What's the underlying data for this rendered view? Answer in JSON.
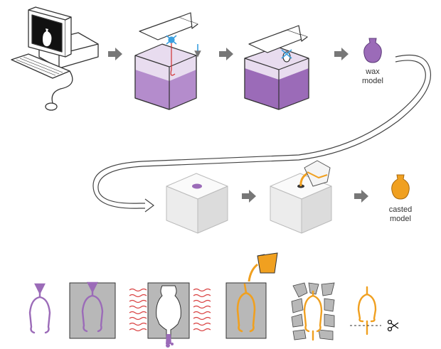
{
  "labels": {
    "wax_model": [
      "wax",
      "model"
    ],
    "casted_model": [
      "casted",
      "model"
    ]
  },
  "colors": {
    "wax_purple": "#9b6bb8",
    "resin_purple": "#c9a6d9",
    "cast_orange": "#f0a020",
    "arrow_gray": "#777777",
    "heat_red": "#d94040",
    "mold_gray": "#b8b8b8",
    "uv_blue": "#3aa0e0"
  },
  "icons": [
    "computer-icon",
    "vase-icon",
    "printer-vat-icon",
    "scissors-icon",
    "flow-arrow-icon"
  ]
}
